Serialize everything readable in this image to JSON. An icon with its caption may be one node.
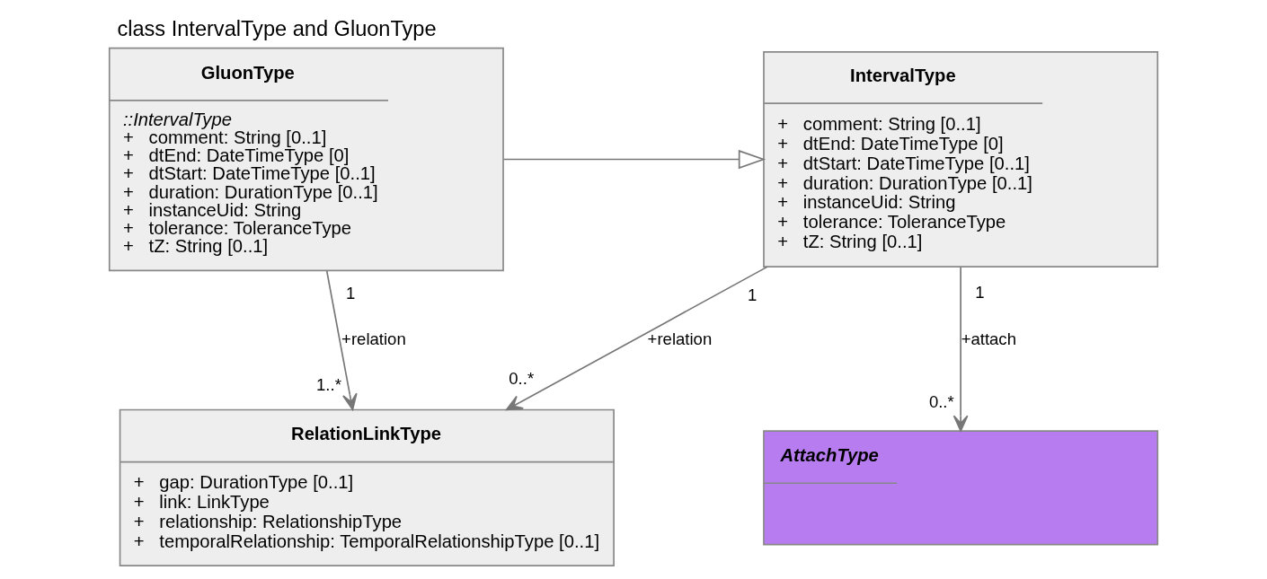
{
  "diagram": {
    "title": "class IntervalType and GluonType",
    "nodes": [
      {
        "text": [
          "IntervalType",
          "+   comment: String [0..1]",
          "+   dtEnd: DateTimeType [0]",
          "+   dtStart: DateTimeType [0..1]",
          "+   duration: DurationType [0..1]",
          "+   instanceUid: String",
          "+   tolerance: ToleranceType",
          "+   tZ: String [0..1]"
        ]
      },
      {
        "text": [
          "GluonType",
          "::IntervalType",
          "+   comment: String [0..1]",
          "+   dtEnd: DateTimeType [0]",
          "+   dtStart: DateTimeType [0..1]",
          "+   duration: DurationType [0..1]",
          "+   instanceUid: String",
          "+   tolerance: ToleranceType",
          "+   tZ: String [0..1]"
        ]
      },
      {
        "text": [
          "AttachType"
        ]
      },
      {
        "text": [
          "RelationLinkType",
          "+   gap: DurationType [0..1]",
          "+   link: LinkType",
          "+   relationship: RelationshipType",
          "+   temporalRelationship: TemporalRelationshipType [0..1]"
        ]
      }
    ],
    "edges": [
      {
        "from": 1,
        "to": 0,
        "arrow": "to"
      },
      {
        "from": 0,
        "to": 2,
        "arrow": "to",
        "label": "+attach"
      },
      {
        "from": 0,
        "to": 3,
        "arrow": "to",
        "label": "+relation"
      },
      {
        "from": 1,
        "to": 3,
        "arrow": "to",
        "label": "+relation"
      }
    ],
    "labels": [
      "1",
      "1",
      "1",
      "0..*",
      "0..*",
      "1..*"
    ]
  }
}
